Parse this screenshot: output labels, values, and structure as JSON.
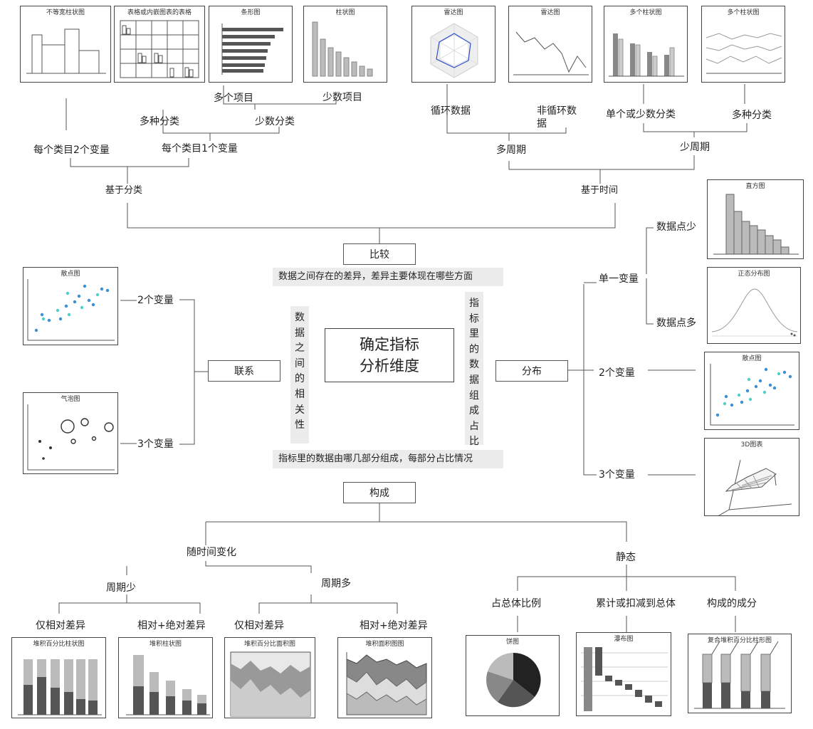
{
  "center": {
    "line1": "确定指标",
    "line2": "分析维度"
  },
  "nodes": {
    "compare": "比较",
    "relation": "联系",
    "distribution": "分布",
    "composition": "构成"
  },
  "descriptions": {
    "compare": "数据之间存在的差异，差异主要体现在哪些方面",
    "composition": "指标里的数据由哪几部分组成，每部分占比情况",
    "relation_vertical": "数据之间的相关性",
    "distribution_vertical": "指标里的数据组成占比"
  },
  "compare_tree": {
    "by_category": "基于分类",
    "by_time": "基于时间",
    "two_vars_per_item": "每个类目2个变量",
    "one_var_per_item": "每个类目1个变量",
    "many_categories": "多种分类",
    "few_categories": "少数分类",
    "many_items": "多个项目",
    "few_items": "少数项目",
    "many_periods": "多周期",
    "few_periods": "少周期",
    "cyclic": "循环数据",
    "non_cyclic": "非循环数",
    "non_cyclic_2": "据",
    "single_or_few_categories": "单个或少数分类",
    "multi_categories": "多种分类"
  },
  "relation_tree": {
    "two_vars": "2个变量",
    "three_vars": "3个变量"
  },
  "distribution_tree": {
    "single_var": "单一变量",
    "few_points": "数据点少",
    "many_points": "数据点多",
    "two_vars": "2个变量",
    "three_vars": "3个变量"
  },
  "composition_tree": {
    "over_time": "随时间变化",
    "static": "静态",
    "few_periods": "周期少",
    "many_periods": "周期多",
    "relative_only_1": "仅相对差异",
    "rel_abs_1": "相对+绝对差异",
    "relative_only_2": "仅相对差异",
    "rel_abs_2": "相对+绝对差异",
    "share_of_total": "占总体比例",
    "accumulate": "累计或扣减到总体",
    "components": "构成的成分"
  },
  "thumbnails": {
    "variable_width_column": "不等宽柱状图",
    "table_embedded": "表格或内嵌图表的表格",
    "bar": "条形图",
    "column": "柱状图",
    "radar": "雷达图",
    "radar_line": "雷达图",
    "multi_column": "多个柱状图",
    "multi_line": "多个柱状图",
    "histogram": "直方图",
    "normal_dist": "正态分布图",
    "scatter_relation": "散点图",
    "bubble": "气泡图",
    "scatter_dist": "散点图",
    "chart_3d": "3D图表",
    "stacked_pct_column": "堆积百分比柱状图",
    "stacked_column": "堆积柱状图",
    "stacked_pct_area": "堆积百分比面积图",
    "stacked_area": "堆积面积图图",
    "pie": "饼图",
    "waterfall": "瀑布图",
    "compound_stacked_pct": "复合堆积百分比柱形图"
  },
  "colors": {
    "line": "#555555",
    "band": "#ececec",
    "scatter": "#3b8fd4",
    "scatter_alt": "#4fd0c8",
    "radar": "#2f4fc8"
  }
}
